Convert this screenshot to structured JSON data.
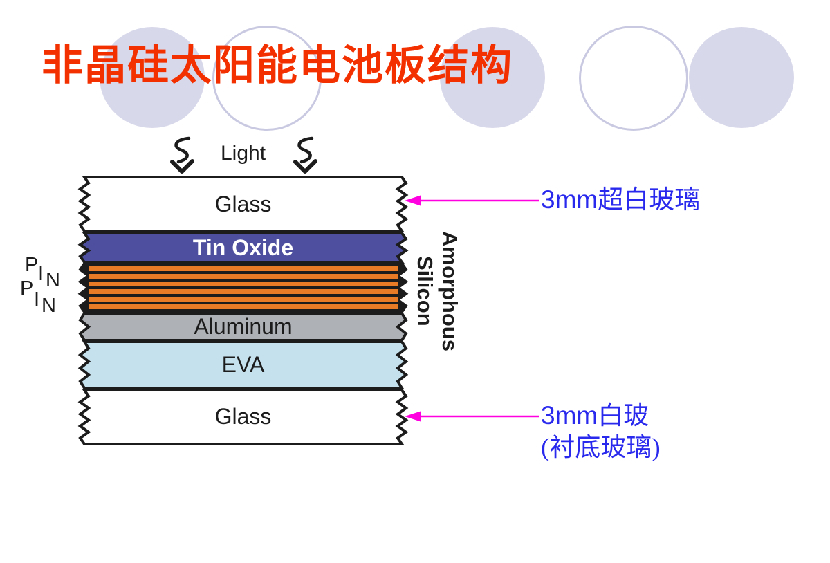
{
  "slide": {
    "title": "非晶硅太阳能电池板结构",
    "colors": {
      "title_text": "#f23000",
      "annotation_text": "#2929ee",
      "arrow": "#ff00e0",
      "outline": "#1c1c1c",
      "circle_fill": "#d8d8eb",
      "circle_stroke": "#c9c9e2"
    }
  },
  "diagram": {
    "light_label": "Light",
    "pin_letters": [
      "P",
      "I",
      "N",
      "P",
      "I",
      "N"
    ],
    "side_label": {
      "line1": "Amorphous",
      "line2": "Silicon"
    },
    "layers": [
      {
        "id": "glass-top",
        "label": "Glass",
        "fill": "#ffffff",
        "text_color": "#1c1c1c"
      },
      {
        "id": "tin-oxide",
        "label": "Tin Oxide",
        "fill": "#4e509f",
        "text_color": "#ffffff"
      },
      {
        "id": "amorphous-silicon",
        "label": "",
        "fill": "#1c1c1c",
        "stripes": 6,
        "stripe_color": "#e87b25"
      },
      {
        "id": "aluminum",
        "label": "Aluminum",
        "fill": "#aeb1b6",
        "text_color": "#1c1c1c"
      },
      {
        "id": "eva",
        "label": "EVA",
        "fill": "#c5e1ed",
        "text_color": "#1c1c1c"
      },
      {
        "id": "glass-bottom",
        "label": "Glass",
        "fill": "#ffffff",
        "text_color": "#1c1c1c"
      }
    ]
  },
  "annotations": {
    "top": {
      "prefix": "3mm",
      "text": "超白玻璃"
    },
    "bottom": {
      "prefix": "3mm",
      "text": "白玻",
      "note": "(衬底玻璃)"
    }
  }
}
